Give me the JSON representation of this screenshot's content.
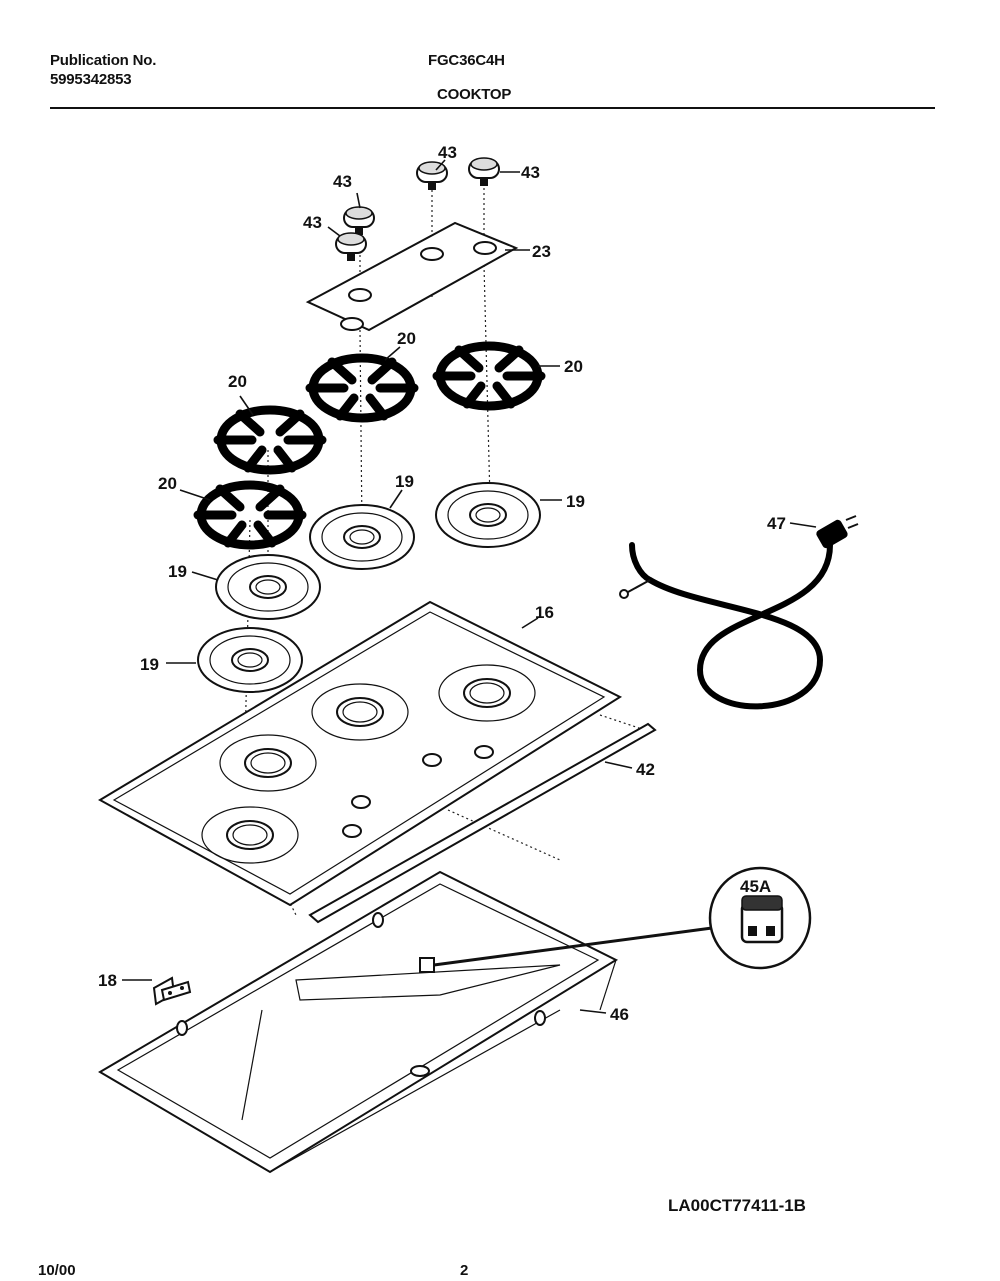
{
  "header": {
    "publication_label": "Publication No.",
    "publication_number": "5995342853",
    "model": "FGC36C4H",
    "section": "COOKTOP"
  },
  "footer": {
    "date": "10/00",
    "page": "2",
    "diagram_code": "LA00CT77411-1B"
  },
  "callouts": {
    "knob_a": "43",
    "knob_b": "43",
    "knob_c": "43",
    "knob_d": "43",
    "panel": "23",
    "grate_a": "20",
    "grate_b": "20",
    "grate_c": "20",
    "grate_d": "20",
    "bowl_a": "19",
    "bowl_b": "19",
    "bowl_c": "19",
    "bowl_d": "19",
    "top": "16",
    "strip": "42",
    "cord": "47",
    "switch": "45A",
    "bracket": "18",
    "pan": "46"
  }
}
